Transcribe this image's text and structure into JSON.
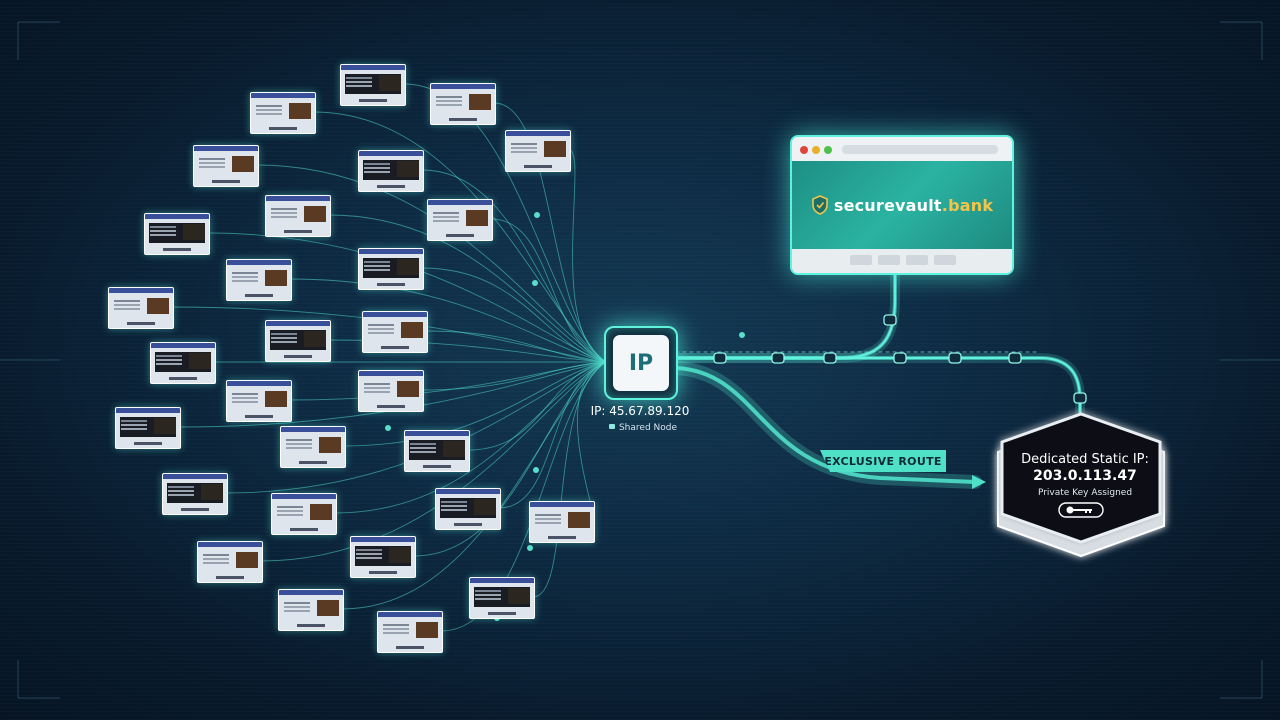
{
  "shared_node": {
    "icon_label": "IP",
    "ip": "IP: 45.67.89.120",
    "note": "Shared Node"
  },
  "browser": {
    "brand": "securevault",
    "tld": ".bank"
  },
  "route": {
    "label": "EXCLUSIVE ROUTE"
  },
  "dedicated": {
    "title": "Dedicated Static IP:",
    "ip": "203.0.113.47",
    "note": "Private Key Assigned"
  },
  "colors": {
    "accent": "#5ff2dc",
    "route": "#4fe0c8",
    "brand_tld": "#f3c44a",
    "background": "#0d2a42"
  },
  "icons": [
    "lock-icon",
    "shield-icon",
    "key-icon"
  ],
  "website_thumbnails": 31
}
